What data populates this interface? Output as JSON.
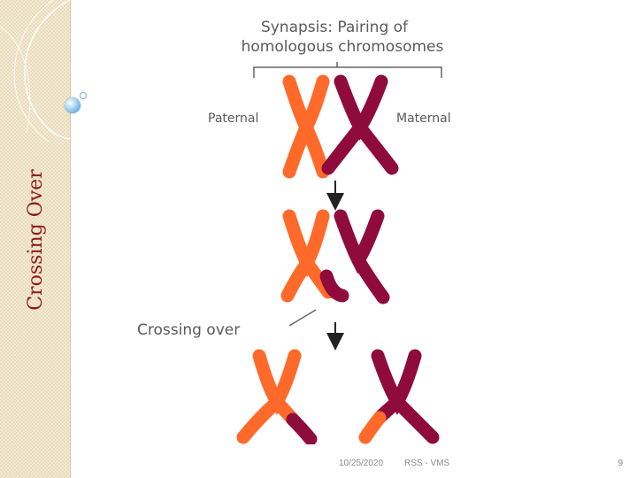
{
  "slide": {
    "title": "Crossing Over",
    "footer": {
      "date": "10/25/2020",
      "source": "RSS - VMS",
      "page": "9"
    }
  },
  "diagram": {
    "heading_line1": "Synapsis: Pairing of",
    "heading_line2": "homologous chromosomes",
    "label_paternal": "Paternal",
    "label_maternal": "Maternal",
    "label_crossing": "Crossing over"
  },
  "colors": {
    "paternal": "#ff6a2b",
    "maternal": "#8e0b3c",
    "title": "#8b1a1a"
  },
  "icons": [
    "bubble-icon",
    "swirl-decoration",
    "arrow-down-icon"
  ]
}
